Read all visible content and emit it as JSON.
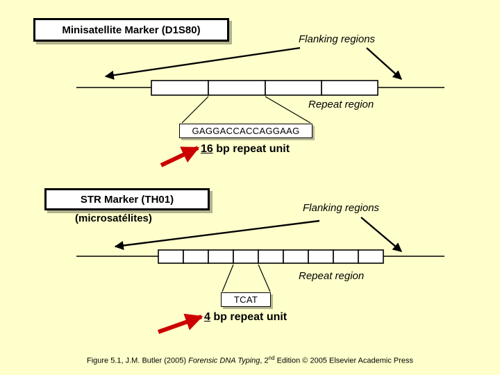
{
  "page": {
    "background_color": "#FFFFCC",
    "ink_color": "#000000",
    "accent_red": "#CC0000"
  },
  "minisatellite": {
    "title": "Minisatellite Marker (D1S80)",
    "flanking_label": "Flanking regions",
    "repeat_label": "Repeat region",
    "repeat_unit_sequence": "GAGGACCACCAGGAAG",
    "repeat_unit_number": "16",
    "repeat_unit_caption": " bp repeat unit",
    "repeat_box_count": 4
  },
  "str": {
    "title": "STR Marker (TH01)",
    "subtitle": "(microsatélites)",
    "flanking_label": "Flanking regions",
    "repeat_label": "Repeat region",
    "repeat_unit_sequence": "TCAT",
    "repeat_unit_number": "4",
    "repeat_unit_caption": " bp repeat unit",
    "repeat_box_count": 9
  },
  "footer": {
    "prefix": "Figure 5.1, J.M. Butler (2005) ",
    "italic_title": "Forensic DNA Typing",
    "middle": ", 2",
    "superscript": "nd",
    "suffix": " Edition © 2005 Elsevier Academic Press"
  }
}
